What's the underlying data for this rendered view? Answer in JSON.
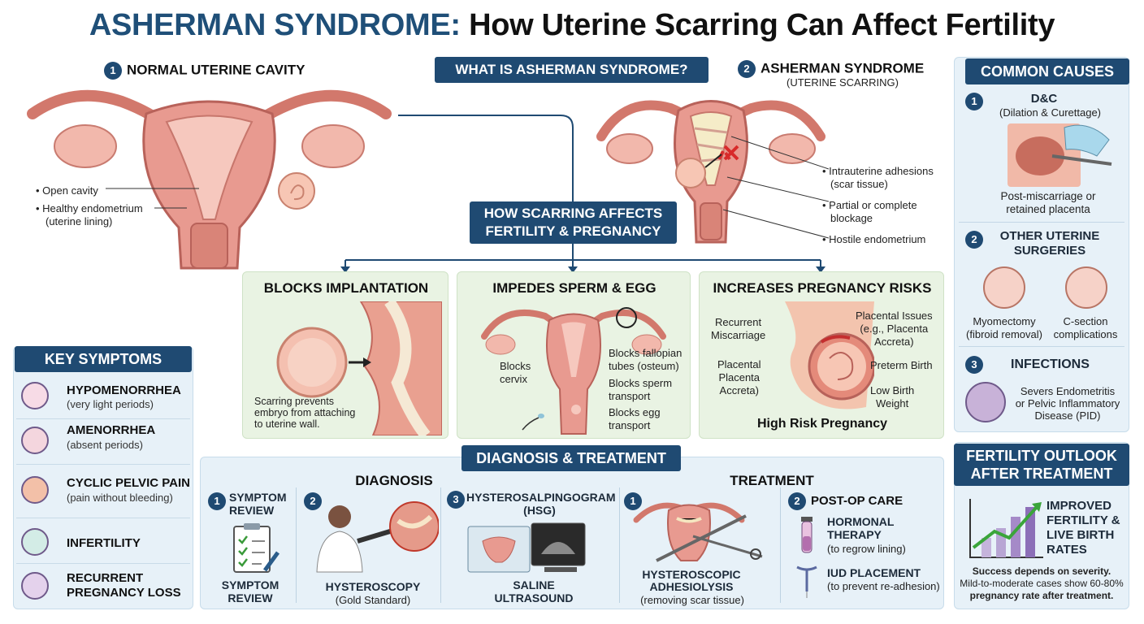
{
  "title": {
    "part1": "ASHERMAN SYNDROME:",
    "part2": "How Uterine Scarring Can Affect Fertility"
  },
  "normal": {
    "num": "1",
    "heading": "NORMAL UTERINE CAVITY",
    "labels": [
      "Open cavity",
      "Healthy endometrium",
      "(uterine lining)"
    ]
  },
  "what_is": "WHAT IS ASHERMAN SYNDROME?",
  "asherman": {
    "num": "2",
    "heading": "ASHERMAN SYNDROME",
    "sub": "(UTERINE SCARRING)",
    "labels": {
      "adhesions": "Intrauterine adhesions",
      "adhesions_sub": "(scar tissue)",
      "blockage": "Partial or complete",
      "blockage_sub": "blockage",
      "hostile": "Hostile endometrium"
    }
  },
  "how_scarring": {
    "line1": "HOW SCARRING AFFECTS",
    "line2": "FERTILITY & PREGNANCY"
  },
  "panels": {
    "implantation": {
      "heading": "BLOCKS IMPLANTATION",
      "caption": [
        "Scarring prevents",
        "embryo from attaching",
        "to uterine wall."
      ]
    },
    "sperm_egg": {
      "heading": "IMPEDES SPERM & EGG",
      "blocks_cervix": [
        "Blocks",
        "cervix"
      ],
      "tubes": [
        "Blocks fallopian",
        "tubes (osteum)"
      ],
      "sperm": [
        "Blocks sperm",
        "transport"
      ],
      "egg": [
        "Blocks egg",
        "transport"
      ]
    },
    "risks": {
      "heading": "INCREASES PREGNANCY RISKS",
      "miscarriage": [
        "Recurrent",
        "Miscarriage"
      ],
      "placental_left": [
        "Placental",
        "Placenta",
        "Accreta)"
      ],
      "placental_issues": [
        "Placental Issues",
        "(e.g., Placenta",
        "Accreta)"
      ],
      "preterm": "Preterm Birth",
      "low_weight": [
        "Low Birth",
        "Weight"
      ],
      "footer": "High Risk Pregnancy"
    }
  },
  "symptoms": {
    "heading": "KEY SYMPTOMS",
    "items": [
      {
        "name": "HYPOMENORRHEA",
        "sub": "(very light periods)",
        "icon": "droplet-icon"
      },
      {
        "name": "AMENORRHEA",
        "sub": "(absent periods)",
        "icon": "calendar-icon"
      },
      {
        "name": "CYCLIC PELVIC PAIN",
        "sub": "(pain without bleeding)",
        "icon": "pain-icon"
      },
      {
        "name": "INFERTILITY",
        "sub": "",
        "icon": "dna-icon"
      },
      {
        "name": "RECURRENT",
        "sub": "PREGNANCY LOSS",
        "icon": "pregnancy-icon"
      }
    ]
  },
  "causes": {
    "heading": "COMMON CAUSES",
    "dc": {
      "num": "1",
      "title": "D&C",
      "sub": "(Dilation & Curettage)",
      "caption": [
        "Post-miscarriage or",
        "retained placenta"
      ]
    },
    "surgeries": {
      "num": "2",
      "title": [
        "OTHER UTERINE",
        "SURGERIES"
      ],
      "myo": [
        "Myomectomy",
        "(fibroid removal)"
      ],
      "csec": [
        "C-section",
        "complications"
      ]
    },
    "infections": {
      "num": "3",
      "title": "INFECTIONS",
      "desc": [
        "Severs Endometritis",
        "or Pelvic Inflammatory",
        "Disease (PID)"
      ]
    }
  },
  "diagnosis_treatment": {
    "banner": "DIAGNOSIS & TREATMENT",
    "diagnosis": "DIAGNOSIS",
    "treatment": "TREATMENT",
    "symptom_review": {
      "num": "1",
      "top": [
        "SYMPTOM",
        "REVIEW"
      ],
      "bottom": [
        "SYMPTOM",
        "REVIEW"
      ]
    },
    "hysteroscopy": {
      "num": "2",
      "title": "HYSTEROSCOPY",
      "sub": "(Gold Standard)"
    },
    "hsg": {
      "num": "3",
      "title": [
        "HYSTEROSALPINGOGRAM",
        "(HSG)"
      ],
      "bottom": [
        "SALINE",
        "ULTRASOUND"
      ]
    },
    "adhesiolysis": {
      "num": "1",
      "title": [
        "HYSTEROSCOPIC",
        "ADHESIOLYSIS"
      ],
      "sub": "(removing scar tissue)"
    },
    "postop": {
      "num": "2",
      "title": "POST-OP CARE",
      "hormonal": [
        "HORMONAL",
        "THERAPY"
      ],
      "hormonal_sub": "(to regrow lining)",
      "iud": "IUD PLACEMENT",
      "iud_sub": "(to prevent re-adhesion)"
    }
  },
  "outlook": {
    "heading": [
      "FERTILITY OUTLOOK",
      "AFTER TREATMENT"
    ],
    "improved": [
      "IMPROVED",
      "FERTILITY &",
      "LIVE BIRTH",
      "RATES"
    ],
    "footer": [
      "Success depends on severity.",
      "Mild-to-moderate cases show 60-80%",
      "pregnancy rate after treatment."
    ]
  },
  "colors": {
    "navy": "#1f4a72",
    "title_blue": "#1f4f78",
    "pink": "#e89a90",
    "green_panel": "#e9f3e3",
    "blue_panel": "#e7f1f8"
  }
}
